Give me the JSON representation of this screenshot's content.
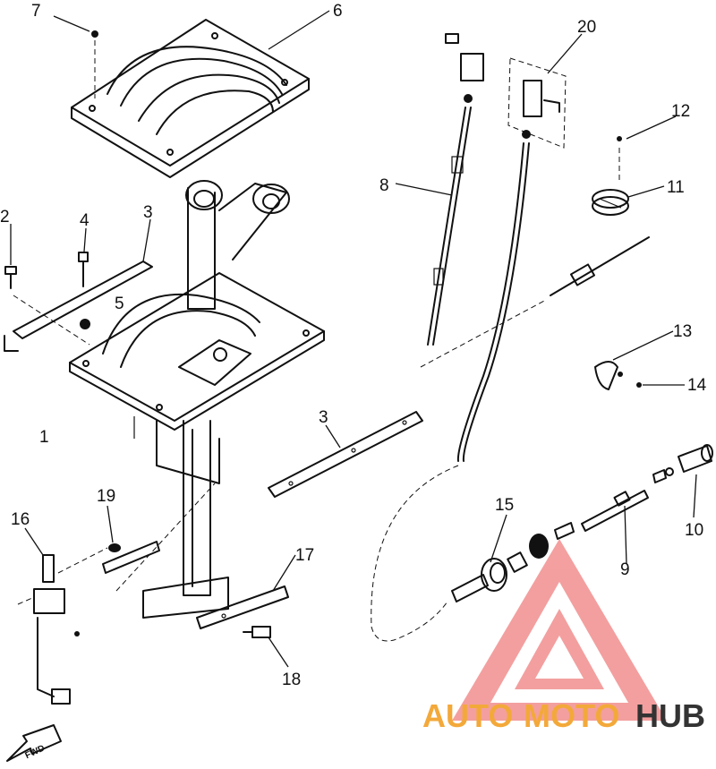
{
  "diagram": {
    "labels": [
      "1",
      "2",
      "3",
      "3",
      "4",
      "5",
      "6",
      "7",
      "8",
      "9",
      "10",
      "11",
      "12",
      "13",
      "14",
      "15",
      "16",
      "17",
      "18",
      "19",
      "20"
    ],
    "direction_arrow": "FWD"
  },
  "watermark": {
    "part1": "AUTO",
    "part2": "MOTO",
    "part3": "HUB",
    "colors": {
      "triangle": "#f08080",
      "auto": "#f3a93a",
      "moto": "#f3a93a",
      "hub": "#333333"
    }
  }
}
